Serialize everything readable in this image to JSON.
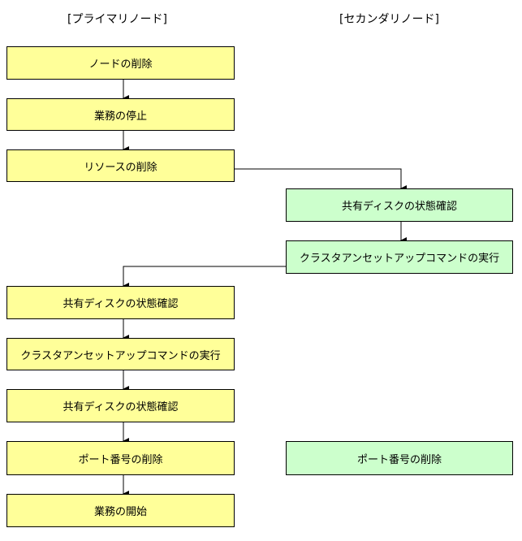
{
  "headers": {
    "primary": "[プライマリノード]",
    "secondary": "[セカンダリノード]"
  },
  "primary_steps": [
    "ノードの削除",
    "業務の停止",
    "リソースの削除",
    "共有ディスクの状態確認",
    "クラスタアンセットアップコマンドの実行",
    "共有ディスクの状態確認",
    "ポート番号の削除",
    "業務の開始"
  ],
  "secondary_steps": [
    "共有ディスクの状態確認",
    "クラスタアンセットアップコマンドの実行",
    "ポート番号の削除"
  ],
  "colors": {
    "primary_fill": "#ffff99",
    "secondary_fill": "#ccffcc",
    "line": "#000000"
  }
}
